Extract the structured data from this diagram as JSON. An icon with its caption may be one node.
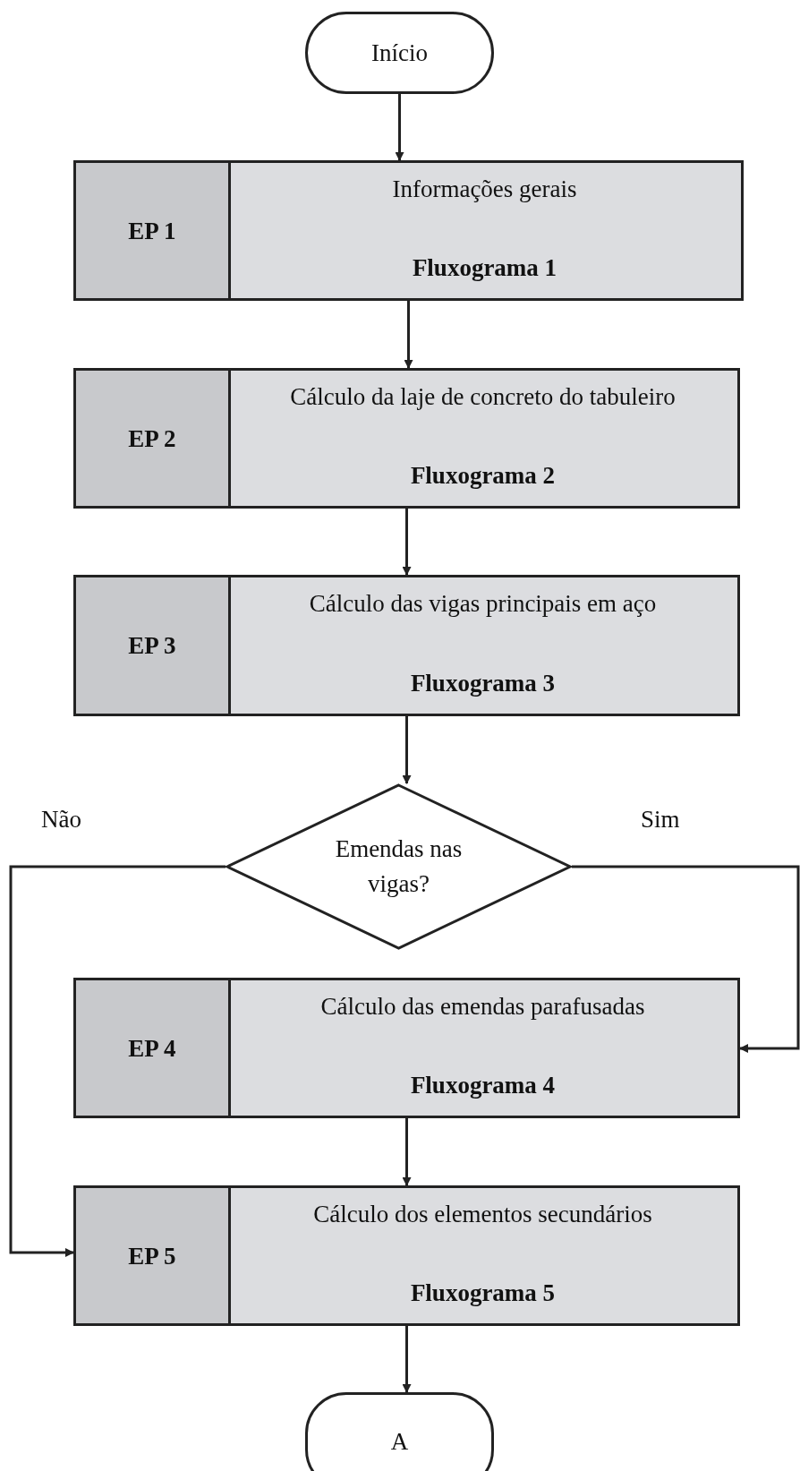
{
  "diagram": {
    "nodes": [
      {
        "text": [
          "Início"
        ]
      },
      {
        "text": [
          "EP 1",
          "Informações gerais",
          "Fluxograma 1"
        ]
      },
      {
        "text": [
          "EP 2",
          "Cálculo da laje de concreto do tabuleiro",
          "Fluxograma 2"
        ]
      },
      {
        "text": [
          "EP 3",
          "Cálculo das vigas principais em aço",
          "Fluxograma 3"
        ]
      },
      {
        "text": [
          "Emendas nas vigas?"
        ]
      },
      {
        "text": [
          "EP 4",
          "Cálculo das emendas parafusadas",
          "Fluxograma 4"
        ]
      },
      {
        "text": [
          "EP 5",
          "Cálculo dos elementos secundários",
          "Fluxograma 5"
        ]
      },
      {
        "text": [
          "A"
        ]
      }
    ],
    "edges": [
      {
        "from": 0,
        "to": 1,
        "arrow": "to"
      },
      {
        "from": 1,
        "to": 2,
        "arrow": "to"
      },
      {
        "from": 2,
        "to": 3,
        "arrow": "to"
      },
      {
        "from": 3,
        "to": 4,
        "arrow": "to"
      },
      {
        "from": 4,
        "to": 6,
        "arrow": "to",
        "label": "Não"
      },
      {
        "from": 4,
        "to": 5,
        "arrow": "to",
        "label": "Sim"
      },
      {
        "from": 5,
        "to": 6,
        "arrow": "to"
      },
      {
        "from": 6,
        "to": 7,
        "arrow": "to"
      }
    ]
  }
}
